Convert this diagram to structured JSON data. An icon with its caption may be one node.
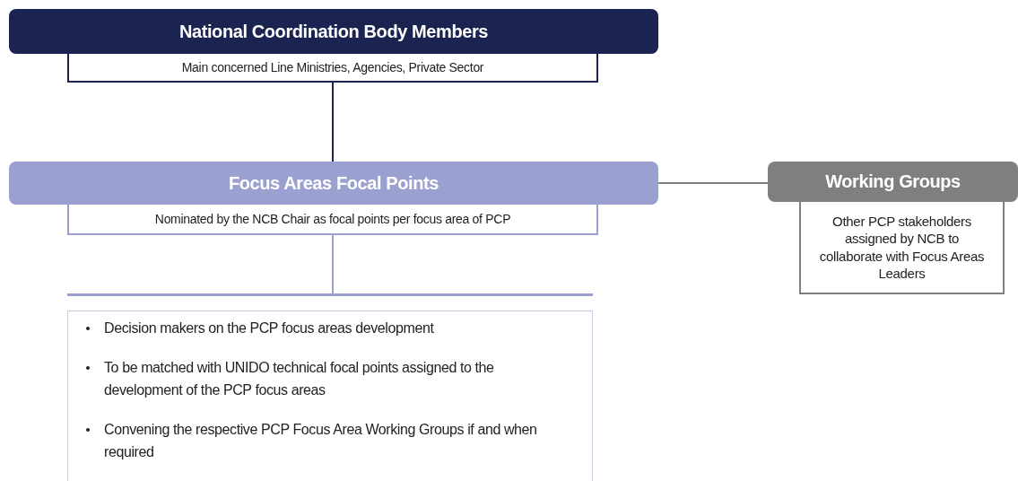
{
  "diagram": {
    "nodes": [
      {
        "text": [
          "National Coordination Body Members"
        ]
      },
      {
        "text": [
          "Main concerned Line Ministries, Agencies, Private Sector"
        ]
      },
      {
        "text": [
          "Focus Areas Focal Points"
        ]
      },
      {
        "text": [
          "Nominated by the NCB Chair as focal points per focus area of PCP"
        ]
      },
      {
        "text": [
          "Decision makers on the PCP focus areas development",
          "To be matched with UNIDO technical focal points assigned to the development of the PCP focus areas",
          "Convening the respective PCP Focus Area Working Groups if and when required"
        ]
      },
      {
        "text": [
          "Working Groups"
        ]
      },
      {
        "text": [
          "Other PCP stakeholders assigned by NCB to collaborate with Focus Areas Leaders"
        ]
      }
    ],
    "edges": [
      {
        "from": 1,
        "to": 2,
        "arrow": "none",
        "color": "#1b2450"
      },
      {
        "from": 2,
        "to": 5,
        "arrow": "none",
        "color": "#7f7f7f"
      },
      {
        "from": 3,
        "to": 4,
        "arrow": "none",
        "color": "#9aa0d0"
      }
    ]
  }
}
